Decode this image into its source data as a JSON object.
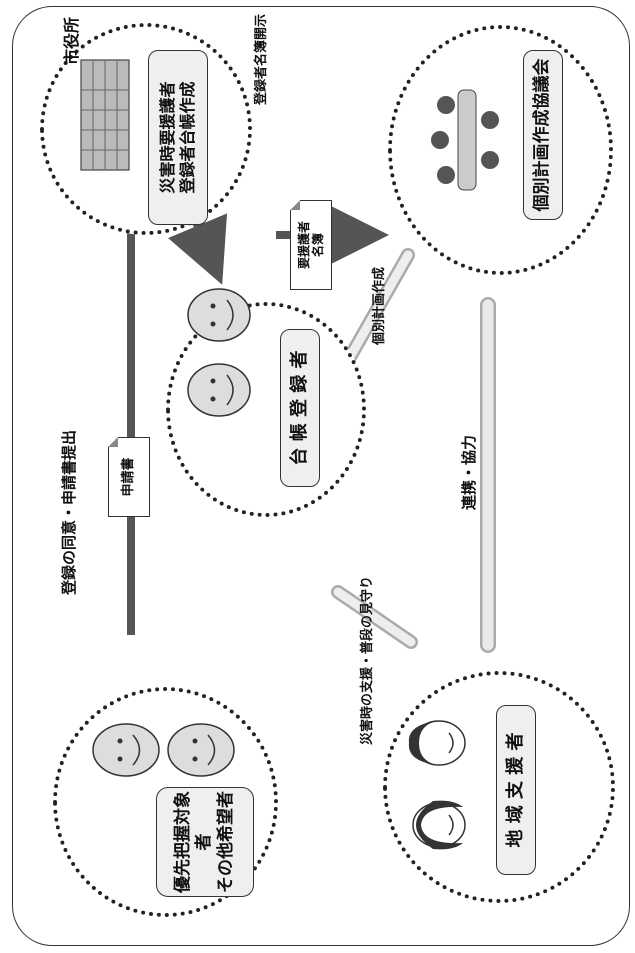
{
  "nodes": {
    "applicants": {
      "label": "優先把握対象者\nその他希望者"
    },
    "registrants": {
      "label": "台 帳 登 録 者"
    },
    "city_hall": {
      "title": "市役所",
      "label": "災害時要援護者\n登録者台帳作成"
    },
    "council": {
      "label": "個別計画作成協議会"
    },
    "supporters": {
      "label": "地 域 支 援 者"
    }
  },
  "edges": {
    "apply": {
      "label": "登録の同意・申請書提出",
      "doc": "申請書"
    },
    "disclose": {
      "label": "登録者名簿開示",
      "doc": "要援護者\n名簿"
    },
    "plan": {
      "label": "個別計画作成"
    },
    "watch": {
      "label": "災害時の支援・普段の見守り"
    },
    "coop": {
      "label": "連携・協力"
    }
  },
  "icons": [
    "elderly-person-icon",
    "building-icon",
    "meeting-icon",
    "supporter-person-icon"
  ],
  "colors": {
    "arrow_dark": "#555555",
    "arrow_light": "#e6e6e6",
    "box_fill": "#efefef"
  }
}
